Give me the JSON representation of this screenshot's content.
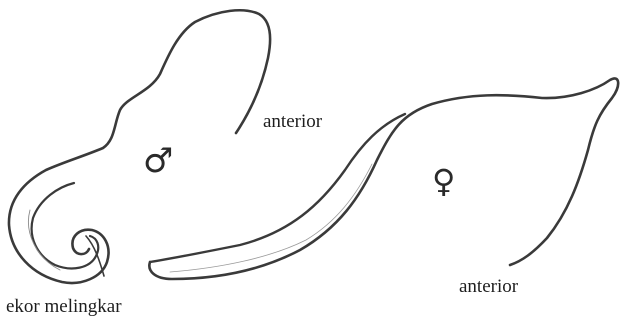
{
  "labels": {
    "male_anterior": "anterior",
    "female_anterior": "anterior",
    "tail": "ekor melingkar"
  },
  "symbols": {
    "male": "♂",
    "female": "♀"
  },
  "colors": {
    "outline": "#3a3a3a",
    "background": "#ffffff"
  }
}
